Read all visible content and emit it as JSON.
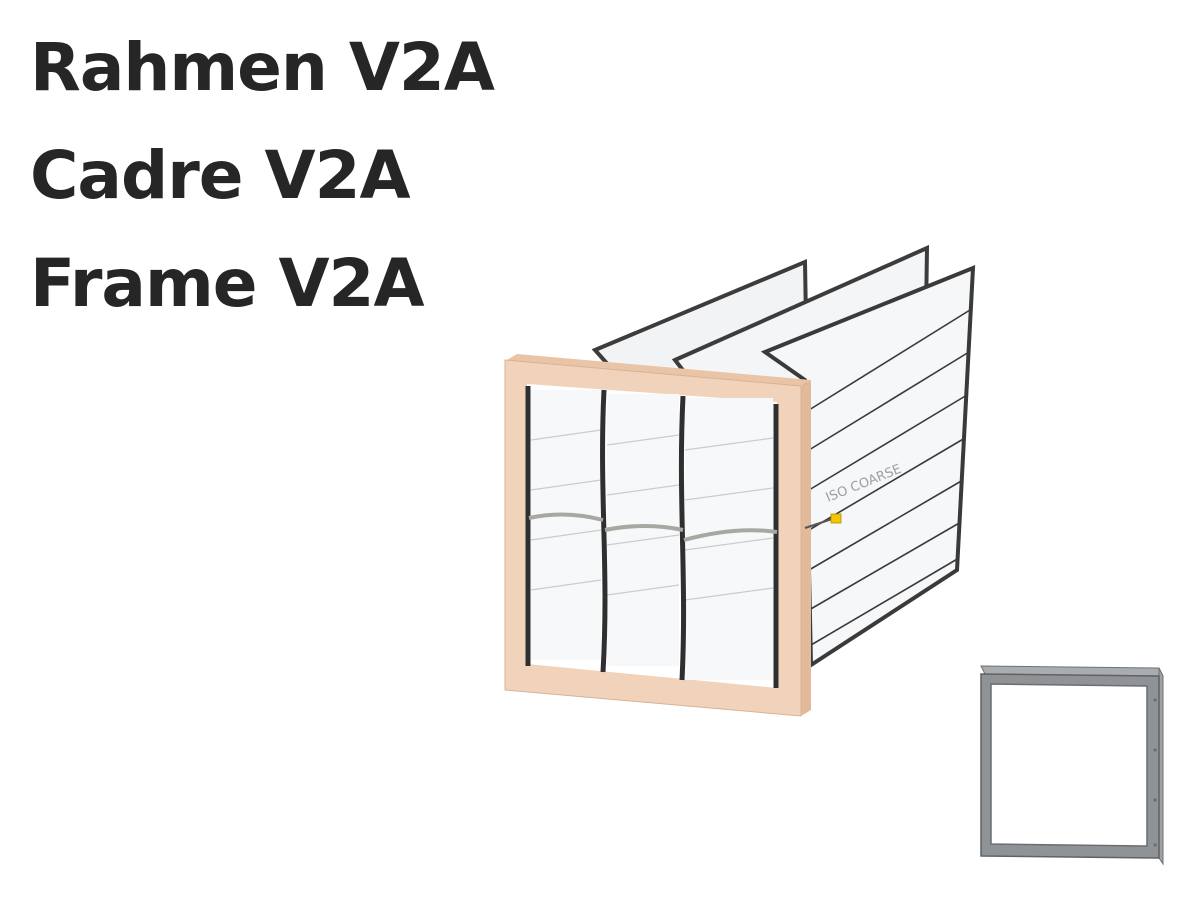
{
  "title": {
    "line_de": "Rahmen V2A",
    "line_fr": "Cadre V2A",
    "line_en": "Frame V2A"
  },
  "product": {
    "bag_print": "ISO COARSE"
  },
  "colors": {
    "text": "#262626",
    "wood_frame": "#f1d3bb",
    "steel_frame": "#8f9396",
    "tag": "#f5c400"
  }
}
